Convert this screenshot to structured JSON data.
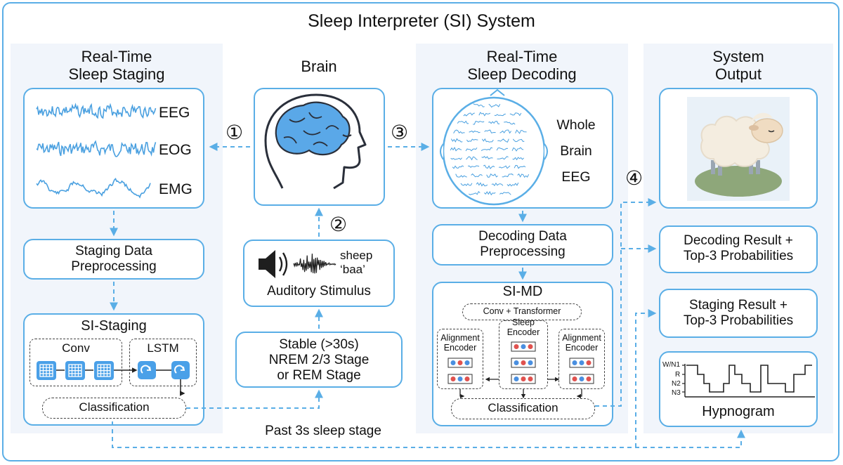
{
  "title": "Sleep Interpreter (SI) System",
  "left": {
    "header": "Real-Time\nSleep Staging",
    "signals": [
      "EEG",
      "EOG",
      "EMG"
    ],
    "preprocessing": "Staging Data\nPreprocessing",
    "model": {
      "title": "SI-Staging",
      "conv": "Conv",
      "lstm": "LSTM",
      "classification": "Classification"
    }
  },
  "center": {
    "header": "Brain",
    "stimulus": {
      "word": "sheep\n‘baa’",
      "label": "Auditory Stimulus"
    },
    "condition": "Stable (>30s)\nNREM 2/3 Stage\nor REM Stage",
    "feedback": "Past 3s sleep stage"
  },
  "decoding": {
    "header": "Real-Time\nSleep Decoding",
    "eeg_label": "Whole\nBrain\nEEG",
    "preprocessing": "Decoding Data\nPreprocessing",
    "model": {
      "title": "SI-MD",
      "conv_transformer": "Conv + Transformer",
      "sleep_encoder": "Sleep\nEncoder",
      "alignment_encoder": "Alignment\nEncoder",
      "classification": "Classification"
    }
  },
  "output": {
    "header": "System\nOutput",
    "decoding_result": "Decoding Result +\nTop-3 Probabilities",
    "staging_result": "Staging Result +\nTop-3 Probabilities",
    "hypnogram": {
      "title": "Hypnogram",
      "levels": [
        "W/N1",
        "R",
        "N2",
        "N3"
      ]
    }
  },
  "steps": [
    "①",
    "②",
    "③",
    "④"
  ],
  "colors": {
    "accent": "#5aaee6",
    "panel": "#f1f5fb",
    "red": "#e0524f",
    "blue": "#4a8fe0"
  }
}
